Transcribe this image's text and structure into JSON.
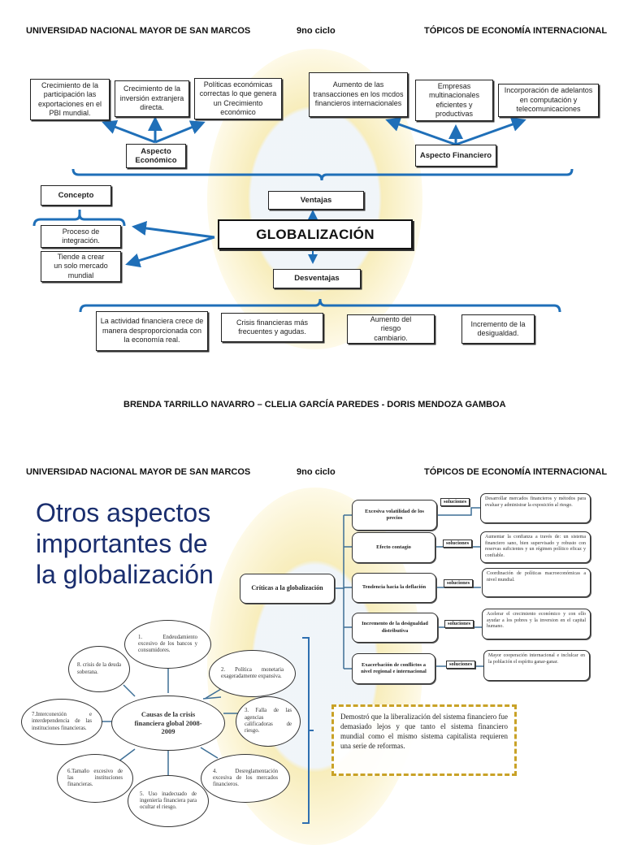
{
  "header": {
    "university": "UNIVERSIDAD NACIONAL MAYOR DE SAN MARCOS",
    "cycle": "9no ciclo",
    "course": "TÓPICOS DE ECONOMÍA INTERNACIONAL"
  },
  "page1": {
    "central": "GLOBALIZACIÓN",
    "aspecto_economico": {
      "label": "Aspecto Económico",
      "items": [
        "Crecimiento de la participación las exportaciones en el PBI mundial.",
        "Crecimiento de la inversión extranjera directa.",
        "Políticas económicas correctas lo que genera un Crecimiento económico"
      ]
    },
    "aspecto_financiero": {
      "label": "Aspecto Financiero",
      "items": [
        "Aumento de las transacciones en los mcdos financieros internacionales",
        "Empresas multinacionales eficientes y productivas",
        "Incorporación de adelantos en computación y telecomunicaciones"
      ]
    },
    "concepto": {
      "label": "Concepto",
      "items": [
        "Proceso de integración.",
        "Tiende a crear un solo mercado mundial"
      ]
    },
    "ventajas": "Ventajas",
    "desventajas": {
      "label": "Desventajas",
      "items": [
        "La actividad financiera crece de manera desproporcionada con la economía real.",
        "Crisis financieras más frecuentes y agudas.",
        "Aumento del riesgo cambiario.",
        "Incremento de la desigualdad."
      ]
    },
    "authors": "BRENDA TARRILLO NAVARRO – CLELIA GARCÍA PAREDES - DORIS MENDOZA GAMBOA"
  },
  "page2": {
    "title_lines": [
      "Otros aspectos",
      "importantes de",
      "la globalización"
    ],
    "criticas": {
      "label": "Críticas a la globalización",
      "items": [
        {
          "critique": "Excesiva volatilidad de los precios",
          "solution_label": "soluciones",
          "solution": "Desarrollar mercados financieros y métodos para evaluar y administrar la exposición al riesgo."
        },
        {
          "critique": "Efecto contagio",
          "solution_label": "soluciones",
          "solution": "Aumentar la confianza a través de: un sistema financiero sano, bien supervisado y robusto con reservas suficientes y un régimen político eficaz y confiable."
        },
        {
          "critique": "Tendencia hacia la deflación",
          "solution_label": "soluciones",
          "solution": "Coordinación de políticas macroeconómicas a nivel mundial."
        },
        {
          "critique": "Incremento de la desigualdad distributiva",
          "solution_label": "soluciones",
          "solution": "Acelerar el crecimiento económico y con ello ayudar a los pobres y la inversion en el capital humano."
        },
        {
          "critique": "Exacerbación de conflictos a nivel regional e internacional",
          "solution_label": "soluciones",
          "solution": "Mayor cooperación internacional e inclulcar en la población el espíritu ganar-ganar."
        }
      ]
    },
    "causas": {
      "center": "Causas de la crisis financiera global 2008-2009",
      "items": [
        "1. Endeudamiento excesivo de los bancos y consumidores.",
        "2. Política monetaria exageradamente expansiva.",
        "3. Falla de las agencias calificadoras de riesgo.",
        "4. Desreglamentación excesiva de los mercados financieros.",
        "5. Uso inadecuado de ingeniería financiera para ocultar el riesgo.",
        "6.Tamaño excesivo de las instituciones financieras.",
        "7.Interconexión e interdependencia de las instituciones financieras.",
        "8. crisis de la deuda soberana."
      ]
    },
    "conclusion": "Demostró que la liberalización del sistema financiero fue demasiado lejos y que tanto el sistema financiero mundial como el mismo sistema capitalista requieren una serie de reformas."
  },
  "colors": {
    "connector_blue": "#1f6fb8",
    "title_blue": "#1a2e6e",
    "dashed_gold": "#c9a227",
    "crest_yellow": "#f4e7a8"
  }
}
